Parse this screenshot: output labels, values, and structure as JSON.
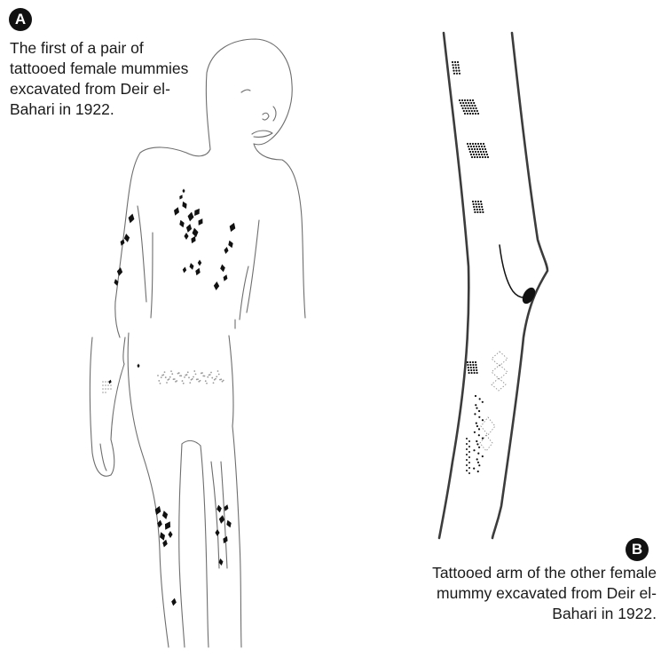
{
  "panel_a": {
    "badge": "A",
    "caption": "The first of a pair of tattooed female mummies excavated from Deir el-Bahari in 1922."
  },
  "panel_b": {
    "badge": "B",
    "caption": "Tattooed arm of the other female mummy excavated from Deir el-Bahari in 1922."
  },
  "colors": {
    "outline": "#6e6e6e",
    "arm_outline": "#3c3c3c",
    "tattoo": "#111111",
    "faint_tattoo": "#9a9a9a"
  }
}
